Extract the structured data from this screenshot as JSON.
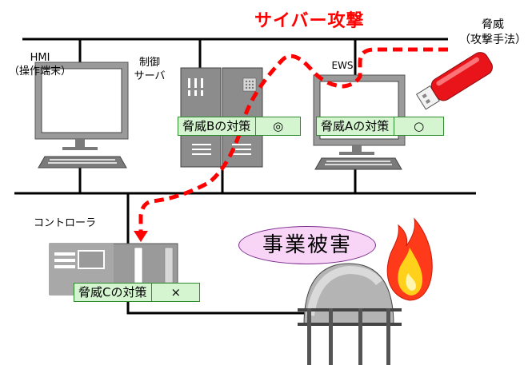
{
  "title": "サイバー攻撃",
  "threat": {
    "line1": "脅威",
    "line2": "（攻撃手法）"
  },
  "devices": {
    "hmi": {
      "line1": "HMI",
      "line2": "（操作端末）"
    },
    "server": {
      "line1": "制御",
      "line2": "サーバ"
    },
    "ews": {
      "label": "EWS"
    },
    "controller": {
      "label": "コントローラ"
    }
  },
  "measures": {
    "b": {
      "text": "脅威Bの対策",
      "symbol": "◎"
    },
    "a": {
      "text": "脅威Aの対策",
      "symbol": "○"
    },
    "c": {
      "text": "脅威Cの対策",
      "symbol": "×"
    }
  },
  "damage": "事業被害",
  "colors": {
    "attack": "#ff0000",
    "measure_fill": "#d5f5d0",
    "measure_border": "#2e8b2e",
    "damage_fill": "#f8d4f7",
    "usb": "#e8141a"
  }
}
